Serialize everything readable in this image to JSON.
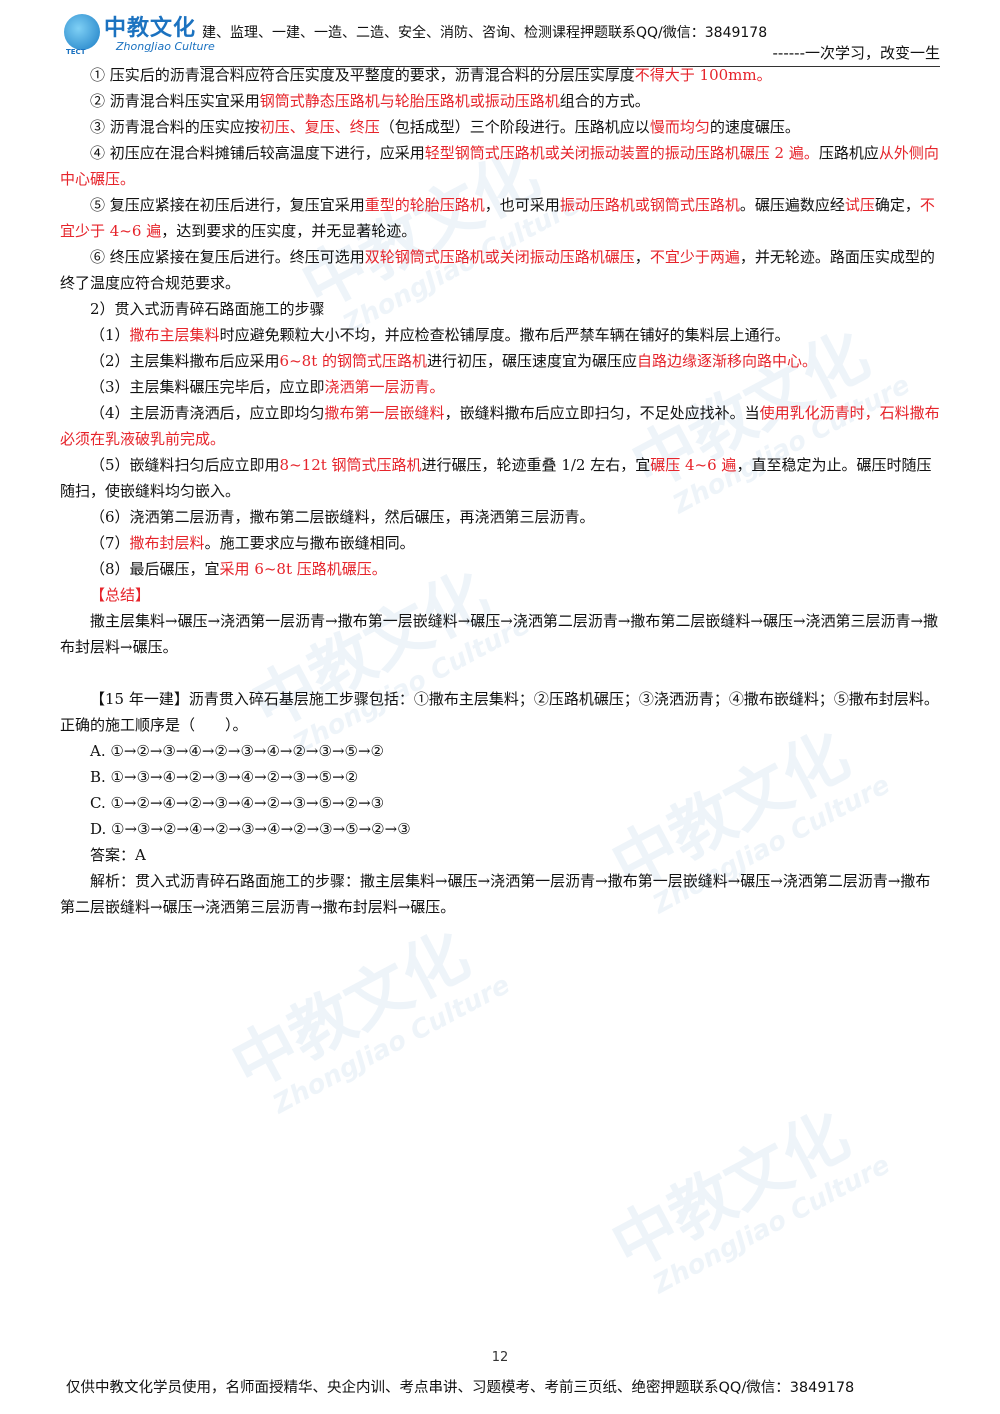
{
  "header": {
    "logo_cn": "中教文化",
    "logo_en": "ZhongJiao Culture",
    "logo_tect": "TECT",
    "top_line": "建、监理、一建、一造、二造、安全、消防、咨询、检测课程押题联系QQ/微信：3849178",
    "slogan": "------一次学习，改变一生"
  },
  "paragraphs": [
    [
      {
        "t": "① 压实后的沥青混合料应符合压实度及平整度的要求，沥青混合料的分层压实厚度"
      },
      {
        "t": "不得大于 100mm。",
        "r": true
      }
    ],
    [
      {
        "t": "② 沥青混合料压实宜采用"
      },
      {
        "t": "钢筒式静态压路机与轮胎压路机或振动压路机",
        "r": true
      },
      {
        "t": "组合的方式。"
      }
    ],
    [
      {
        "t": "③ 沥青混合料的压实应按"
      },
      {
        "t": "初压、复压、终压",
        "r": true
      },
      {
        "t": "（包括成型）三个阶段进行。压路机应以"
      },
      {
        "t": "慢而均匀",
        "r": true
      },
      {
        "t": "的速度碾压。"
      }
    ],
    [
      {
        "t": "④ 初压应在混合料摊铺后较高温度下进行，应采用"
      },
      {
        "t": "轻型钢筒式压路机或关闭振动装置的振动压路机碾压 2 遍。",
        "r": true
      },
      {
        "t": "压路机应"
      },
      {
        "t": "从外侧向中心碾压。",
        "r": true
      }
    ],
    [
      {
        "t": "⑤ 复压应紧接在初压后进行，复压宜采用"
      },
      {
        "t": "重型的轮胎压路机",
        "r": true
      },
      {
        "t": "，也可采用"
      },
      {
        "t": "振动压路机或钢筒式压路机",
        "r": true
      },
      {
        "t": "。碾压遍数应经"
      },
      {
        "t": "试压",
        "r": true
      },
      {
        "t": "确定，"
      },
      {
        "t": "不宜少于 4~6 遍",
        "r": true
      },
      {
        "t": "，达到要求的压实度，并无显著轮迹。"
      }
    ],
    [
      {
        "t": "⑥ 终压应紧接在复压后进行。终压可选用"
      },
      {
        "t": "双轮钢筒式压路机或关闭振动压路机碾压",
        "r": true
      },
      {
        "t": "，"
      },
      {
        "t": "不宜少于两遍",
        "r": true
      },
      {
        "t": "，并无轮迹。路面压实成型的终了温度应符合规范要求。"
      }
    ],
    [
      {
        "t": "2）贯入式沥青碎石路面施工的步骤"
      }
    ],
    [
      {
        "t": "（1）"
      },
      {
        "t": "撒布主层集料",
        "r": true
      },
      {
        "t": "时应避免颗粒大小不均，并应检查松铺厚度。撒布后严禁车辆在铺好的集料层上通行。"
      }
    ],
    [
      {
        "t": "（2）主层集料撒布后应采用"
      },
      {
        "t": "6~8t 的钢筒式压路机",
        "r": true
      },
      {
        "t": "进行初压，碾压速度宜为碾压应"
      },
      {
        "t": "自路边缘逐渐移向路中心。",
        "r": true
      }
    ],
    [
      {
        "t": "（3）主层集料碾压完毕后，应立即"
      },
      {
        "t": "浇洒第一层沥青。",
        "r": true
      }
    ],
    [
      {
        "t": "（4）主层沥青浇洒后，应立即均匀"
      },
      {
        "t": "撒布第一层嵌缝料",
        "r": true
      },
      {
        "t": "，嵌缝料撒布后应立即扫匀，不足处应找补。当"
      },
      {
        "t": "使用乳化沥青时，石料撒布必须在乳液破乳前完成。",
        "r": true
      }
    ],
    [
      {
        "t": "（5）嵌缝料扫匀后应立即用"
      },
      {
        "t": "8~12t 钢筒式压路机",
        "r": true
      },
      {
        "t": "进行碾压，轮迹重叠 1/2 左右，宜"
      },
      {
        "t": "碾压 4~6 遍",
        "r": true
      },
      {
        "t": "，直至稳定为止。碾压时随压随扫，使嵌缝料均匀嵌入。"
      }
    ],
    [
      {
        "t": "（6）浇洒第二层沥青，撒布第二层嵌缝料，然后碾压，再浇洒第三层沥青。"
      }
    ],
    [
      {
        "t": "（7）"
      },
      {
        "t": "撒布封层料",
        "r": true
      },
      {
        "t": "。施工要求应与撒布嵌缝相同。"
      }
    ],
    [
      {
        "t": "（8）最后碾压，宜"
      },
      {
        "t": "采用 6~8t 压路机碾压。",
        "r": true
      }
    ],
    [
      {
        "t": "【总结】",
        "r": true
      }
    ],
    [
      {
        "t": "撒主层集料→碾压→浇洒第一层沥青→撒布第一层嵌缝料→碾压→浇洒第二层沥青→撒布第二层嵌缝料→碾压→浇洒第三层沥青→撒布封层料→碾压。"
      }
    ]
  ],
  "question": {
    "stem": "【15 年一建】沥青贯入碎石基层施工步骤包括：①撒布主层集料；②压路机碾压；③浇洒沥青；④撒布嵌缝料；⑤撒布封层料。正确的施工顺序是（　　）。",
    "options": [
      "A. ①→②→③→④→②→③→④→②→③→⑤→②",
      "B. ①→③→④→②→③→④→②→③→⑤→②",
      "C. ①→②→④→②→③→④→②→③→⑤→②→③",
      "D. ①→③→②→④→②→③→④→②→③→⑤→②→③"
    ],
    "answer": "答案：A",
    "analysis": "解析：贯入式沥青碎石路面施工的步骤：撒主层集料→碾压→浇洒第一层沥青→撒布第一层嵌缝料→碾压→浇洒第二层沥青→撒布第二层嵌缝料→碾压→浇洒第三层沥青→撒布封层料→碾压。"
  },
  "watermark": {
    "cn": "中教文化",
    "en": "ZhongJiao Culture"
  },
  "page_number": "12",
  "footer": "仅供中教文化学员使用，名师面授精华、央企内训、考点串讲、习题模考、考前三页纸、绝密押题联系QQ/微信：3849178",
  "colors": {
    "accent_red": "#e6242b",
    "brand_blue": "#1b72c0"
  }
}
